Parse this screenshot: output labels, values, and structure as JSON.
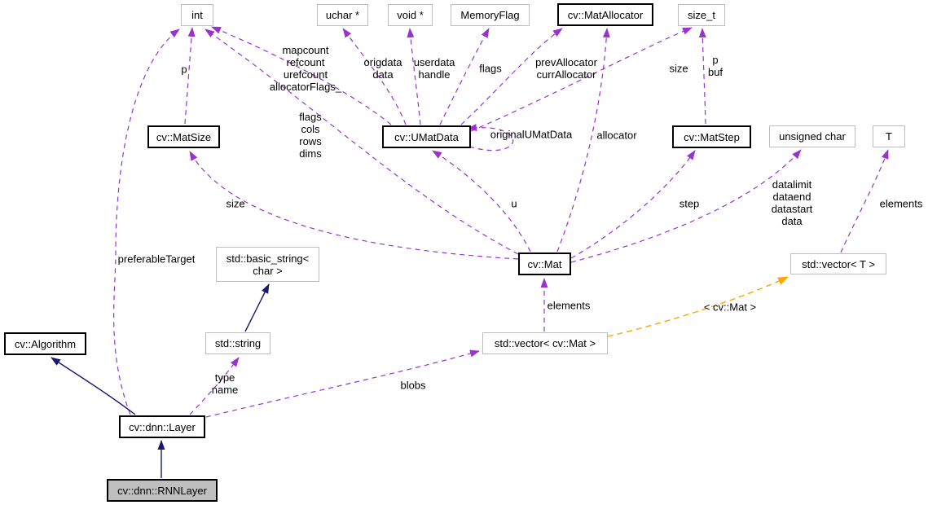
{
  "diagram_kind": "class-collaboration-graph",
  "colors": {
    "collaboration": "#9a32cd",
    "inheritance": "#191970",
    "template": "#ffa500",
    "node_border": "#bdbdbd",
    "bold_border": "#000000",
    "highlight_fill": "#bfbfbf",
    "node_fill": "#ffffff",
    "text": "#000000",
    "background": "#ffffff"
  },
  "nodes": [
    {
      "id": "int",
      "label": "int"
    },
    {
      "id": "uchar-ptr",
      "label": "uchar *"
    },
    {
      "id": "void-ptr",
      "label": "void *"
    },
    {
      "id": "memoryflag",
      "label": "MemoryFlag"
    },
    {
      "id": "matallocator",
      "label": "cv::MatAllocator"
    },
    {
      "id": "size-t",
      "label": "size_t"
    },
    {
      "id": "matsize",
      "label": "cv::MatSize"
    },
    {
      "id": "umatdata",
      "label": "cv::UMatData"
    },
    {
      "id": "matstep",
      "label": "cv::MatStep"
    },
    {
      "id": "unsigned-char",
      "label": "unsigned char"
    },
    {
      "id": "t",
      "label": "T"
    },
    {
      "id": "basic-string",
      "label": "std::basic_string<\nchar >"
    },
    {
      "id": "mat",
      "label": "cv::Mat"
    },
    {
      "id": "vector-t",
      "label": "std::vector< T >"
    },
    {
      "id": "algorithm",
      "label": "cv::Algorithm"
    },
    {
      "id": "string",
      "label": "std::string"
    },
    {
      "id": "vector-mat",
      "label": "std::vector< cv::Mat >"
    },
    {
      "id": "layer",
      "label": "cv::dnn::Layer"
    },
    {
      "id": "rnnlayer",
      "label": "cv::dnn::RNNLayer"
    }
  ],
  "edge_labels": {
    "p_matsize": "p",
    "preferable_target": "preferableTarget",
    "mapcount_block": "mapcount\nrefcount\nurefcount\nallocatorFlags_",
    "flags_block": "flags\ncols\nrows\ndims",
    "origdata_block": "origdata\ndata",
    "userdata_block": "userdata\nhandle",
    "flags": "flags",
    "allocators_block": "prevAllocator\ncurrAllocator",
    "size_umatdata": "size",
    "p_buf": "p\nbuf",
    "original_umatdata": "originalUMatData",
    "allocator": "allocator",
    "size_mat": "size",
    "u": "u",
    "step": "step",
    "data_block": "datalimit\ndataend\ndatastart\ndata",
    "elements_t": "elements",
    "elements_mat": "elements",
    "template_args": "< cv::Mat >",
    "type_name": "type\nname",
    "blobs": "blobs"
  }
}
